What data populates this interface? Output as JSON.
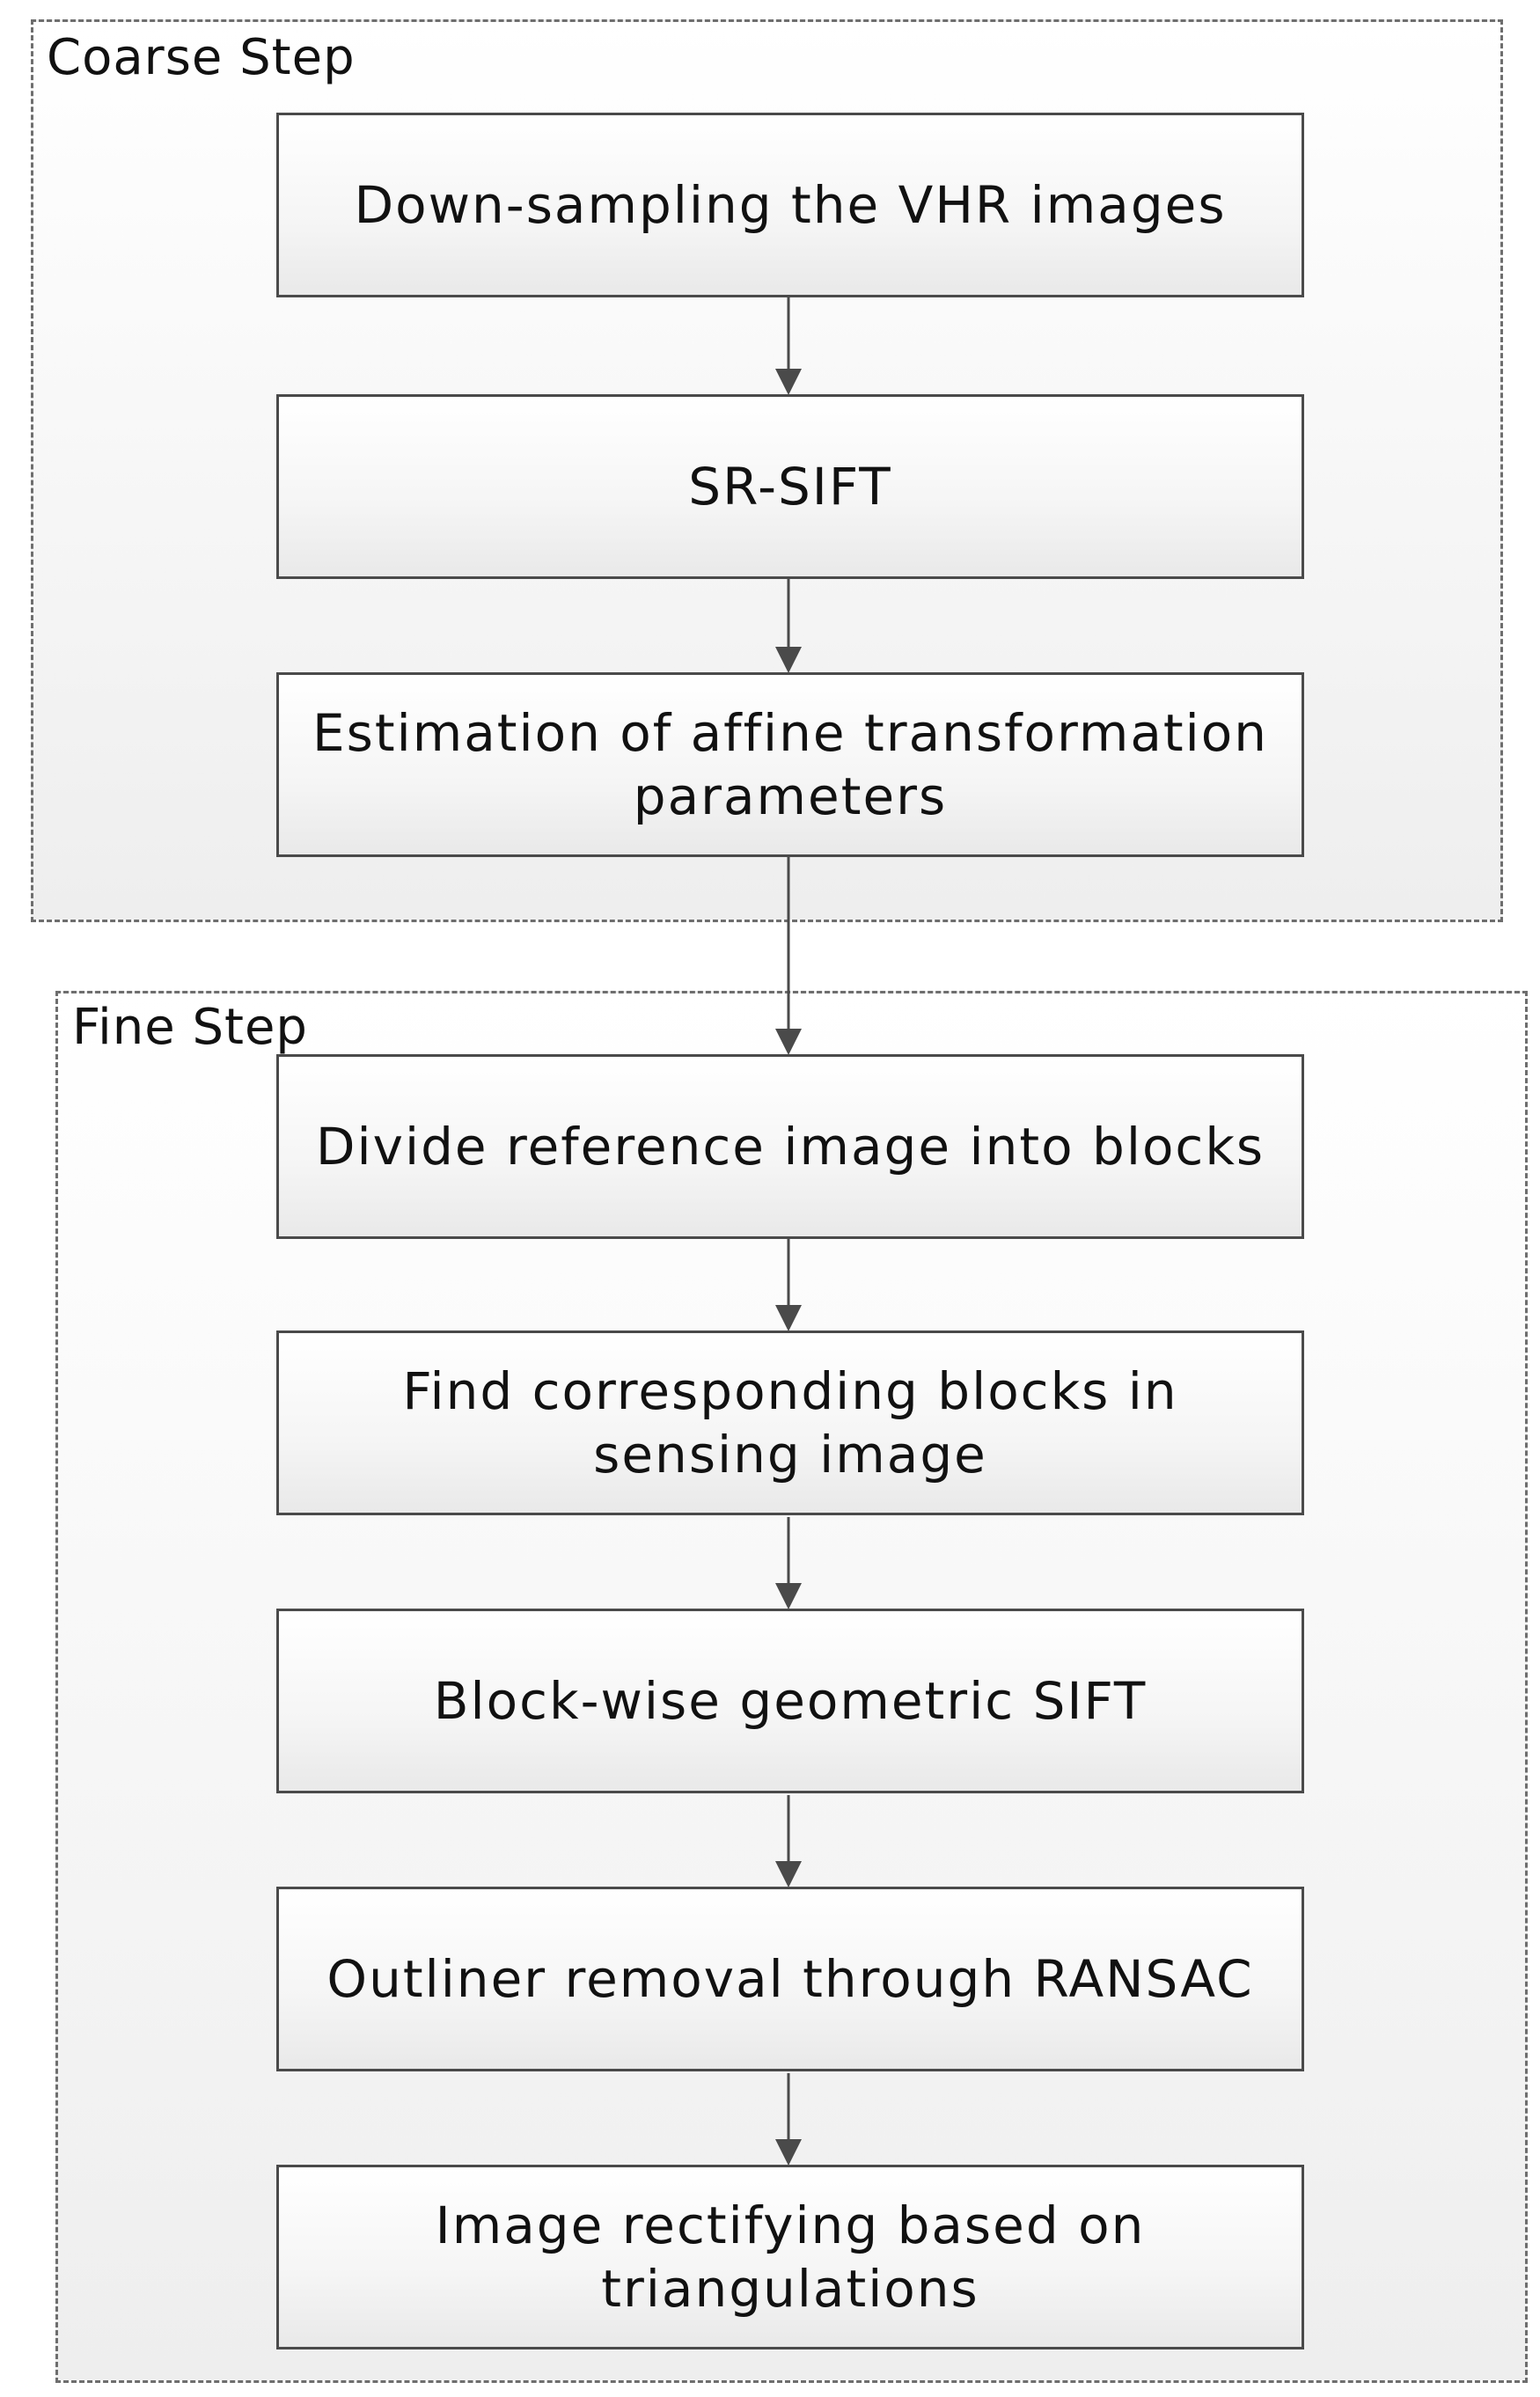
{
  "groups": {
    "coarse": {
      "label": "Coarse Step"
    },
    "fine": {
      "label": "Fine Step"
    }
  },
  "steps": [
    {
      "label": "Down-sampling the VHR images"
    },
    {
      "label": "SR-SIFT"
    },
    {
      "label": "Estimation of affine transformation parameters"
    },
    {
      "label": "Divide reference image into blocks"
    },
    {
      "label": "Find corresponding blocks in sensing image"
    },
    {
      "label": "Block-wise geometric SIFT"
    },
    {
      "label": "Outliner removal through RANSAC"
    },
    {
      "label": "Image rectifying based on triangulations"
    }
  ],
  "colors": {
    "border": "#4a4a4a",
    "group_border": "#6e6e6e",
    "text": "#111111"
  }
}
